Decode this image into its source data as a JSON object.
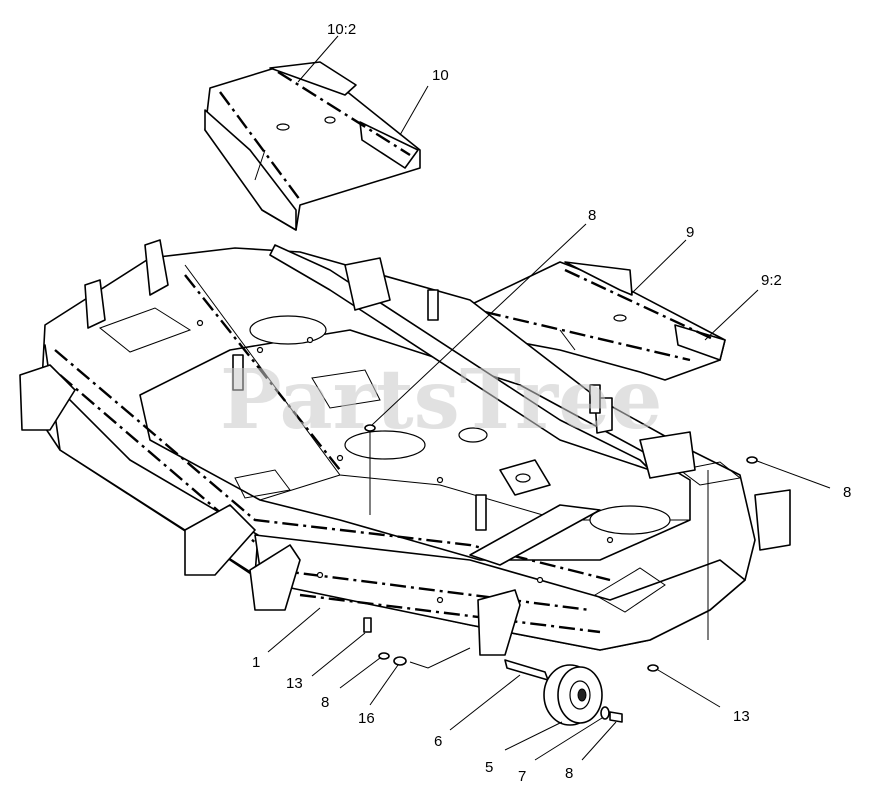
{
  "watermark": "PartsTree",
  "callouts": [
    {
      "id": "c-10-2",
      "text": "10:2"
    },
    {
      "id": "c-10",
      "text": "10"
    },
    {
      "id": "c-8-top",
      "text": "8"
    },
    {
      "id": "c-9",
      "text": "9"
    },
    {
      "id": "c-9-2",
      "text": "9:2"
    },
    {
      "id": "c-8-right",
      "text": "8"
    },
    {
      "id": "c-1",
      "text": "1"
    },
    {
      "id": "c-13-left",
      "text": "13"
    },
    {
      "id": "c-8-bottom-left",
      "text": "8"
    },
    {
      "id": "c-16",
      "text": "16"
    },
    {
      "id": "c-6",
      "text": "6"
    },
    {
      "id": "c-5",
      "text": "5"
    },
    {
      "id": "c-7",
      "text": "7"
    },
    {
      "id": "c-8-bottom",
      "text": "8"
    },
    {
      "id": "c-13-right",
      "text": "13"
    }
  ]
}
